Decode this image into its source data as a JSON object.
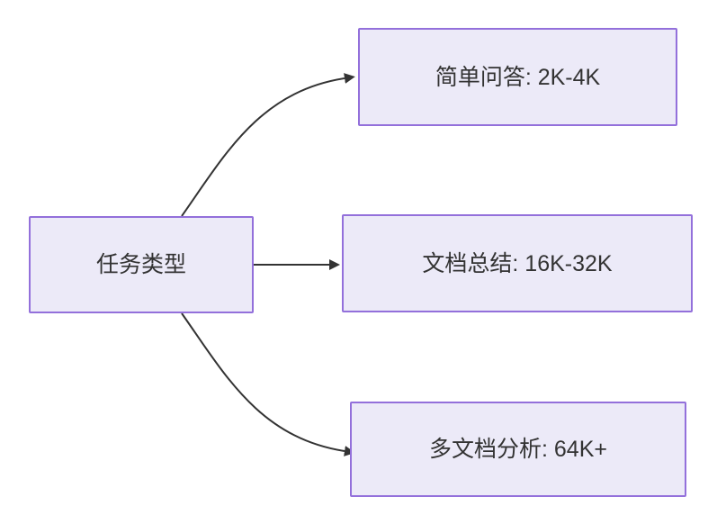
{
  "diagram": {
    "type": "flowchart",
    "direction": "left-to-right",
    "colors": {
      "node_fill": "#eceaf8",
      "node_border": "#9370DB",
      "edge_color": "#333333",
      "text_color": "#333333",
      "page_bg": "#ffffff"
    },
    "root": {
      "label": "任务类型"
    },
    "children": [
      {
        "label": "简单问答: 2K-4K"
      },
      {
        "label": "文档总结: 16K-32K"
      },
      {
        "label": "多文档分析: 64K+"
      }
    ],
    "edges": [
      {
        "from": "任务类型",
        "to": "简单问答: 2K-4K",
        "style": "curved-up-arrow"
      },
      {
        "from": "任务类型",
        "to": "文档总结: 16K-32K",
        "style": "straight-arrow"
      },
      {
        "from": "任务类型",
        "to": "多文档分析: 64K+",
        "style": "curved-down-arrow"
      }
    ]
  }
}
